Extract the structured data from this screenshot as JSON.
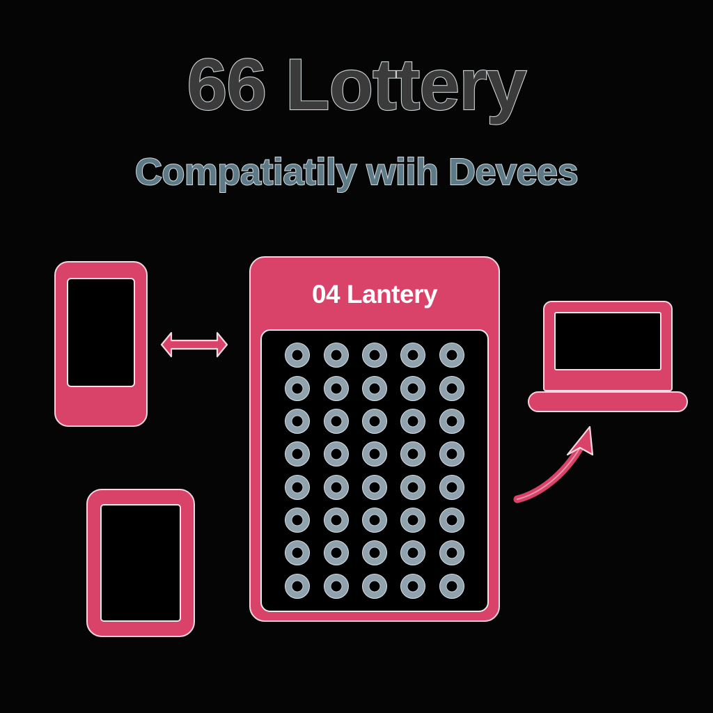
{
  "page": {
    "background_color": "#050505",
    "accent_pink": "#d9436a",
    "outline_color": "#f4d8e0",
    "ball_color": "#8fa2ae",
    "title_color": "#3b3b3b",
    "subtitle_color": "#5f7a87"
  },
  "heading": {
    "title": "66 Lottery",
    "subtitle": "Compatiatily wiih Devees"
  },
  "card": {
    "title": "04 Lantery",
    "grid": {
      "rows": 8,
      "columns": 5,
      "total_balls": 40
    }
  },
  "devices": {
    "phone": {
      "label": "smartphone"
    },
    "tablet": {
      "label": "tablet"
    },
    "laptop": {
      "label": "laptop"
    }
  },
  "connectors": {
    "double_arrow": {
      "label": "bidirectional-sync-arrow"
    },
    "curved_arrow": {
      "label": "curved-arrow-to-laptop"
    }
  }
}
